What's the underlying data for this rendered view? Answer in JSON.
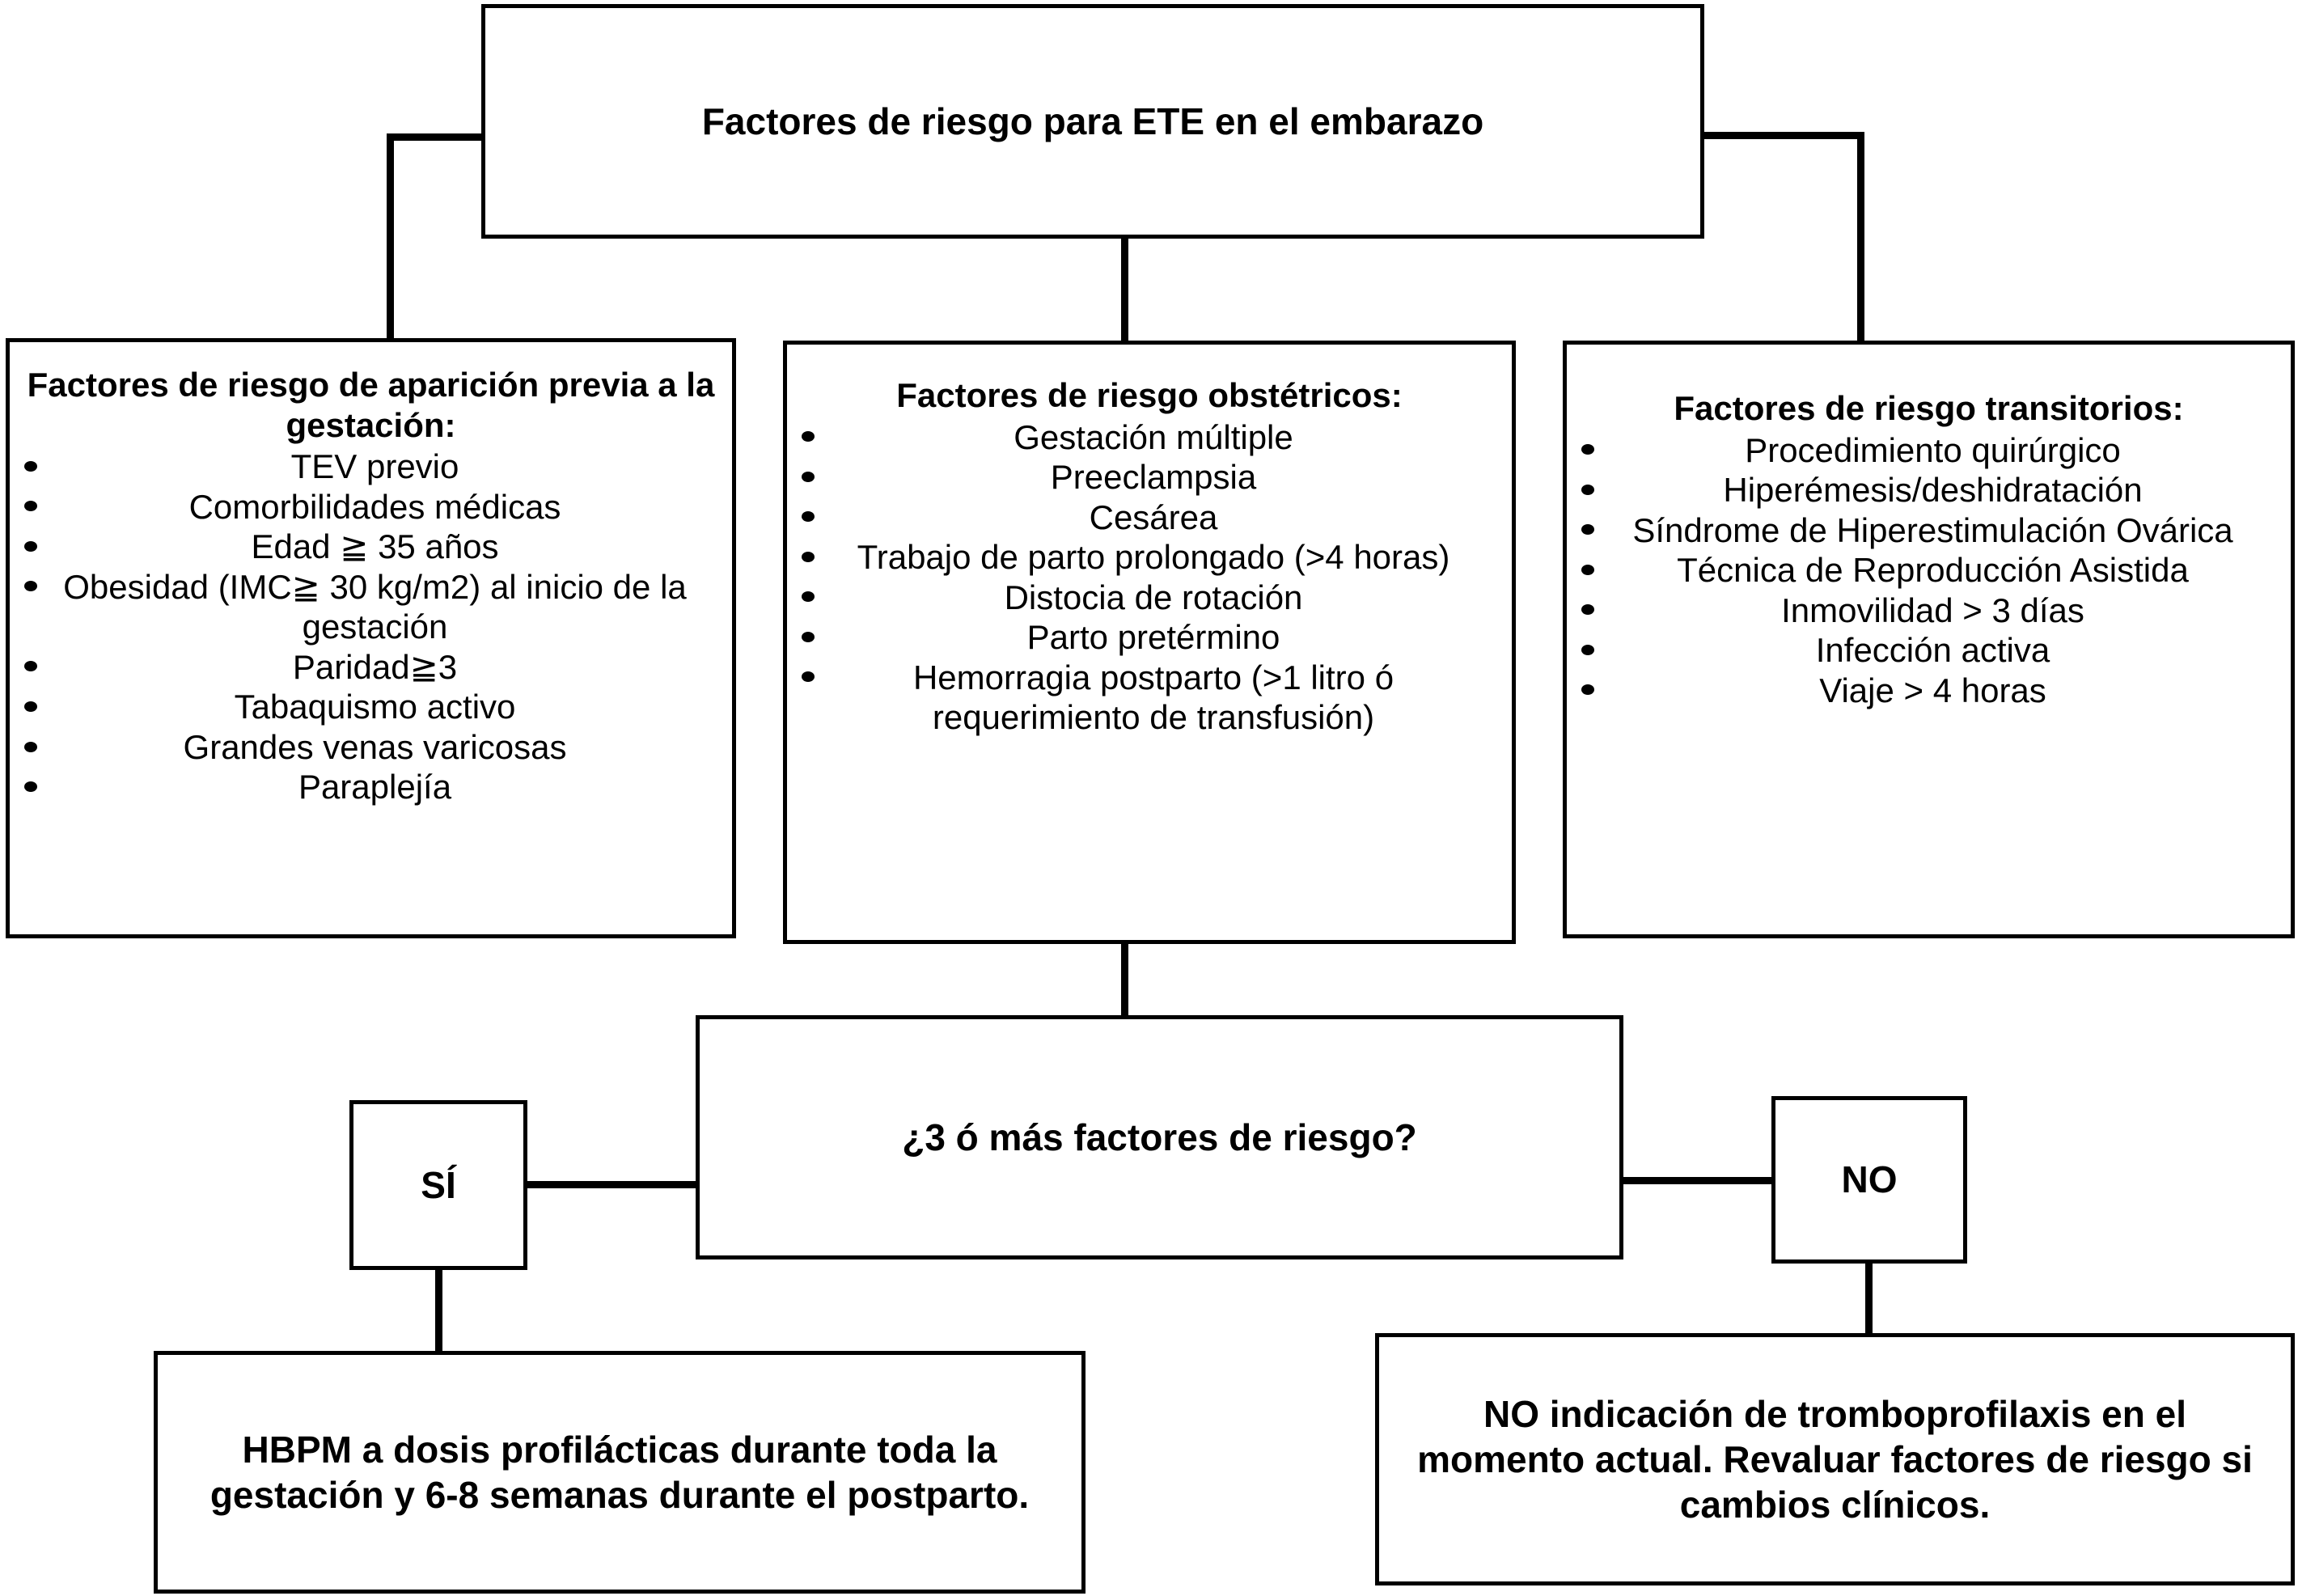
{
  "diagram": {
    "title": "Factores de riesgo para ETE en el embarazo",
    "groups": {
      "previa": {
        "heading": "Factores de riesgo de aparición previa a la gestación:",
        "items": [
          "TEV previo",
          "Comorbilidades médicas",
          "Edad ≧ 35 años",
          "Obesidad (IMC≧ 30 kg/m2) al inicio de la gestación",
          "Paridad≧3",
          "Tabaquismo activo",
          "Grandes venas varicosas",
          "Paraplejía"
        ]
      },
      "obstetricos": {
        "heading": "Factores de riesgo obstétricos:",
        "items": [
          "Gestación múltiple",
          "Preeclampsia",
          "Cesárea",
          "Trabajo de parto prolongado (>4 horas)",
          "Distocia de rotación",
          "Parto pretérmino",
          "Hemorragia postparto (>1 litro ó requerimiento de transfusión)"
        ]
      },
      "transitorios": {
        "heading": "Factores de riesgo transitorios:",
        "items": [
          "Procedimiento quirúrgico",
          "Hiperémesis/deshidratación",
          "Síndrome de Hiperestimulación Ovárica",
          "Técnica de Reproducción Asistida",
          "Inmovilidad > 3 días",
          "Infección activa",
          "Viaje > 4 horas"
        ]
      }
    },
    "decision": {
      "question": "¿3 ó más factores de riesgo?",
      "yes_label": "SÍ",
      "no_label": "NO"
    },
    "outcomes": {
      "yes": "HBPM a dosis profilácticas durante toda la gestación y 6-8 semanas durante el postparto.",
      "no": "NO indicación de tromboprofilaxis en el momento actual. Revaluar factores de riesgo si cambios clínicos."
    },
    "colors": {
      "stroke": "#000000",
      "fill": "#ffffff",
      "text": "#000000"
    }
  }
}
